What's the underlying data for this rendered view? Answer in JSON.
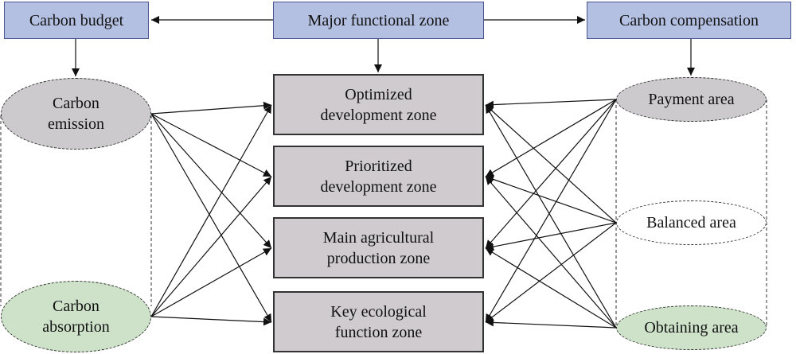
{
  "header": {
    "carbon_budget": "Carbon budget",
    "major_functional_zone": "Major functional zone",
    "carbon_compensation": "Carbon compensation"
  },
  "budget": {
    "emission": "Carbon\nemission",
    "absorption": "Carbon\nabsorption"
  },
  "zones": [
    "Optimized\ndevelopment zone",
    "Prioritized\ndevelopment zone",
    "Main agricultural\nproduction zone",
    "Key ecological\nfunction zone"
  ],
  "compensation": {
    "payment": "Payment area",
    "balanced": "Balanced area",
    "obtaining": "Obtaining area"
  },
  "colors": {
    "header_fill": "#b4c0e2",
    "zone_fill": "#cfcbcf",
    "emission_fill": "#cdcacd",
    "absorption_fill": "#cde2c9",
    "obtaining_fill": "#cde2c9"
  }
}
